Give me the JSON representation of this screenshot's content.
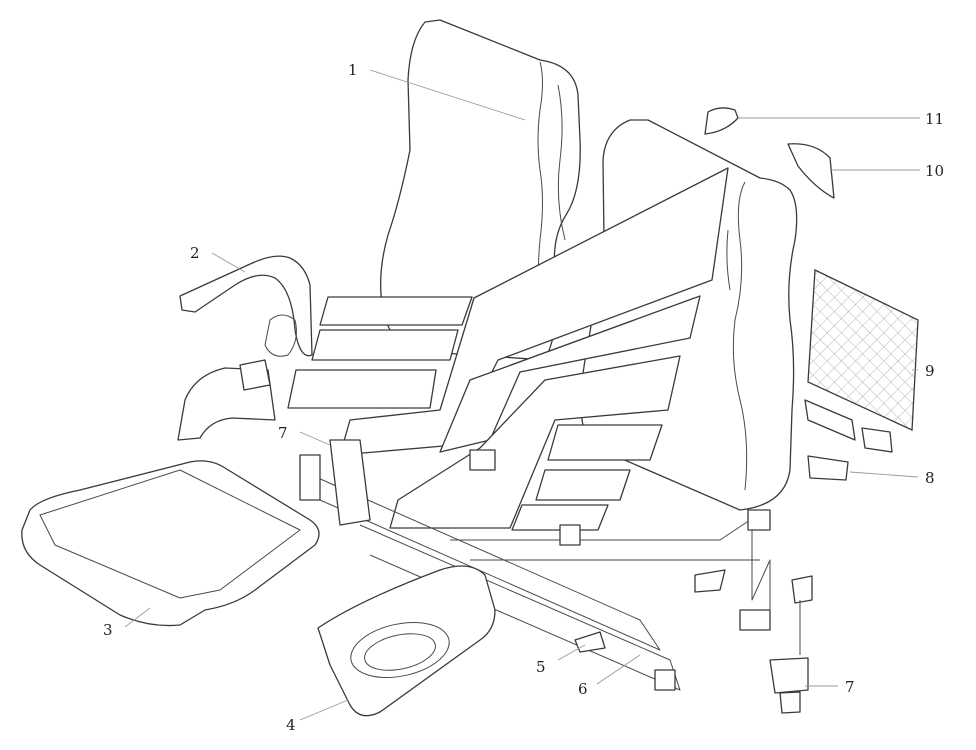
{
  "callouts": [
    {
      "id": "1",
      "label": "1"
    },
    {
      "id": "2",
      "label": "2"
    },
    {
      "id": "3",
      "label": "3"
    },
    {
      "id": "4",
      "label": "4"
    },
    {
      "id": "5",
      "label": "5"
    },
    {
      "id": "6",
      "label": "6"
    },
    {
      "id": "7a",
      "label": "7"
    },
    {
      "id": "7b",
      "label": "7"
    },
    {
      "id": "8",
      "label": "8"
    },
    {
      "id": "9",
      "label": "9"
    },
    {
      "id": "10",
      "label": "10"
    },
    {
      "id": "11",
      "label": "11"
    }
  ],
  "colors": {
    "line": "#3a3a3a",
    "leader": "#9a9a9a",
    "background": "#ffffff"
  }
}
